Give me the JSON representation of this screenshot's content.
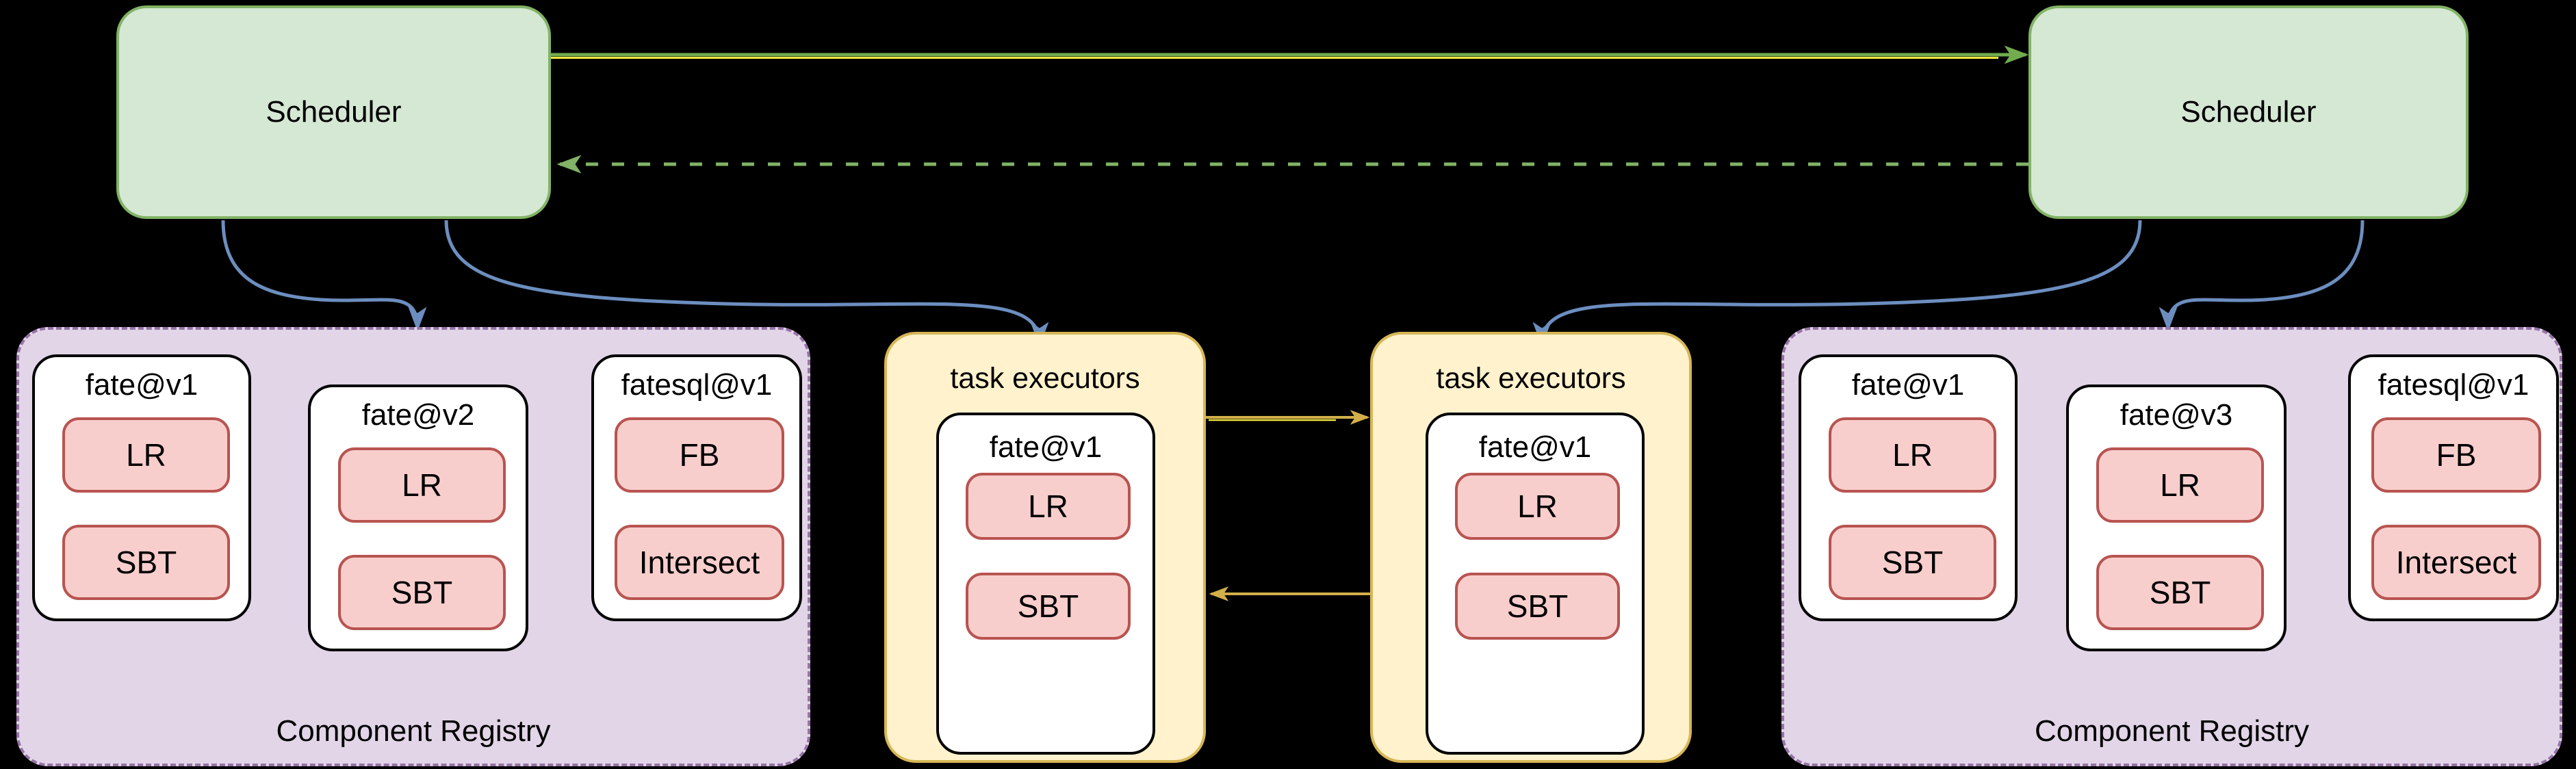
{
  "schedulers": {
    "left": {
      "label": "Scheduler"
    },
    "right": {
      "label": "Scheduler"
    }
  },
  "executors": {
    "left": {
      "title": "task executors",
      "package": {
        "name": "fate@v1",
        "components": [
          "LR",
          "SBT"
        ]
      }
    },
    "right": {
      "title": "task executors",
      "package": {
        "name": "fate@v1",
        "components": [
          "LR",
          "SBT"
        ]
      }
    }
  },
  "registries": {
    "left": {
      "title": "Component Registry",
      "packages": [
        {
          "name": "fate@v1",
          "components": [
            "LR",
            "SBT"
          ]
        },
        {
          "name": "fate@v2",
          "components": [
            "LR",
            "SBT"
          ]
        },
        {
          "name": "fatesql@v1",
          "components": [
            "FB",
            "Intersect"
          ]
        }
      ]
    },
    "right": {
      "title": "Component Registry",
      "packages": [
        {
          "name": "fate@v1",
          "components": [
            "LR",
            "SBT"
          ]
        },
        {
          "name": "fate@v3",
          "components": [
            "LR",
            "SBT"
          ]
        },
        {
          "name": "fatesql@v1",
          "components": [
            "FB",
            "Intersect"
          ]
        }
      ]
    }
  },
  "colors": {
    "background": "#000000",
    "scheduler_fill": "#D5E8D4",
    "scheduler_border": "#82B366",
    "registry_fill": "#E1D5E7",
    "registry_border": "#9673A6",
    "executor_fill": "#FFF2CC",
    "executor_border": "#D6B656",
    "component_fill": "#F8CECC",
    "component_border": "#B85450",
    "arrow_blue": "#6C8EBF",
    "arrow_green_solid": "#72AC4E",
    "arrow_green_dashed": "#82B366",
    "arrow_yellow": "#D2AF4A",
    "arrow_highlight_yellow": "#EDE73C"
  }
}
